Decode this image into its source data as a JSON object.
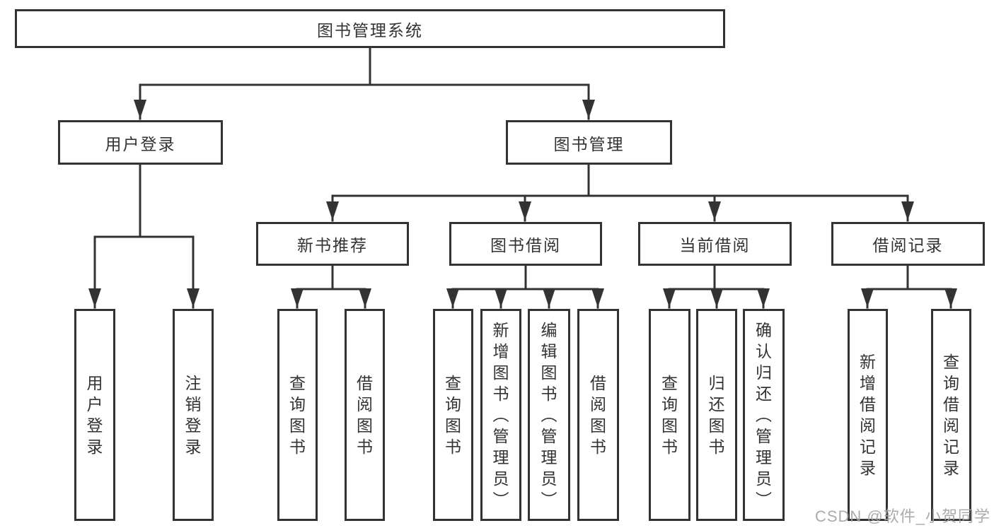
{
  "diagram": {
    "root": {
      "label": "图书管理系统"
    },
    "level2": [
      {
        "label": "用户登录"
      },
      {
        "label": "图书管理"
      }
    ],
    "level3": [
      {
        "label": "新书推荐"
      },
      {
        "label": "图书借阅"
      },
      {
        "label": "当前借阅"
      },
      {
        "label": "借阅记录"
      }
    ],
    "leaves": {
      "user_login": [
        "用户登录",
        "注销登录"
      ],
      "new_book": [
        "查询图书",
        "借阅图书"
      ],
      "book_borrow": [
        "查询图书",
        "新增图书（管理员）",
        "编辑图书（管理员）",
        "借阅图书"
      ],
      "current_borrow": [
        "查询图书",
        "归还图书",
        "确认归还（管理员）"
      ],
      "borrow_records": [
        "新增借阅记录",
        "查询借阅记录"
      ]
    },
    "colors": {
      "line": "#333333",
      "text": "#333333",
      "box_background": "#ffffff",
      "watermark": "#a4a4a4"
    },
    "watermark": "CSDN @软件_小贺同学"
  }
}
